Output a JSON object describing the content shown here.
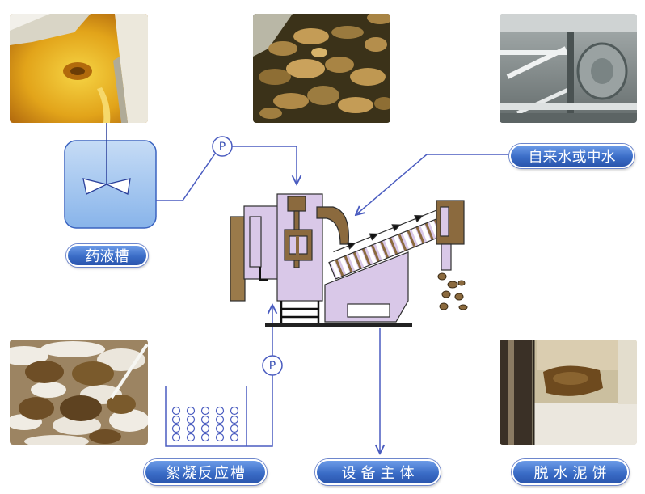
{
  "labels": {
    "chemical_tank": "药液槽",
    "water_source": "自来水或中水",
    "flocculation_tank": "絮凝反应槽",
    "main_unit": "设备主体",
    "sludge_cake": "脱水泥饼"
  },
  "pumps": {
    "dosing_pump": "P",
    "sludge_pump": "P"
  },
  "colors": {
    "flow_line": "#4a5cc0",
    "label_fill": "#3566c0",
    "tank_fill": "#a9c8f0",
    "machine_body": "#d9c8e8",
    "machine_accent": "#8b6a3e"
  }
}
